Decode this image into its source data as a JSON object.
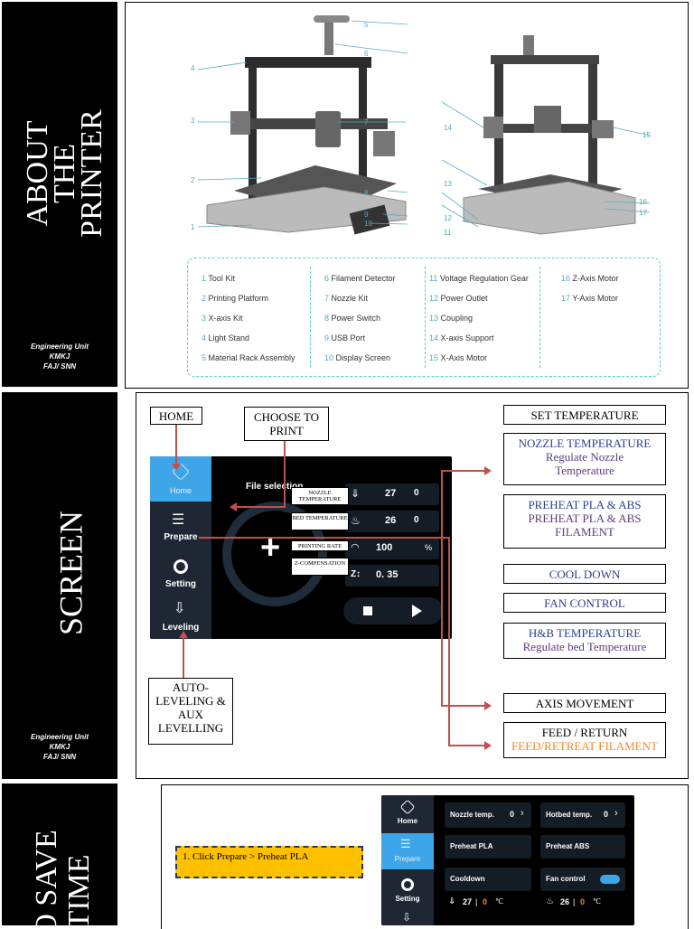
{
  "section1": {
    "title": "ABOUT THE PRINTER",
    "credit_line1": "Engineering Unit",
    "credit_line2": "KMKJ",
    "credit_line3": "FAJ/ SNN",
    "left_callouts": [
      "1",
      "2",
      "3",
      "4",
      "5",
      "6",
      "7",
      "8",
      "9",
      "10"
    ],
    "right_callouts": [
      "11",
      "12",
      "13",
      "14",
      "15",
      "16",
      "17"
    ],
    "legend": [
      [
        "1 Tool Kit",
        "2 Printing Platform",
        "3 X-axis Kit",
        "4 Light Stand",
        "5 Material Rack Assembly"
      ],
      [
        "6 Filament Detector",
        "7 Nozzle Kit",
        "8 Power Switch",
        "9 USB Port",
        "10 Display Screen"
      ],
      [
        "11 Voltage Regulation Gear",
        "12 Power Outlet",
        "13 Coupling",
        "14 X-axis Support",
        "15 X-Axis Motor"
      ],
      [
        "16 Z-Axis Motor",
        "17 Y-Axis Motor"
      ]
    ]
  },
  "section2": {
    "title": "SCREEN",
    "credit_line1": "Engineering Unit",
    "credit_line2": "KMKJ",
    "credit_line3": "FAJ/ SNN",
    "home_label": "HOME",
    "choose_label": "CHOOSE TO PRINT",
    "auto_label": "AUTO-LEVELING & AUX LEVELLING",
    "lcd": {
      "nav": [
        "Home",
        "Prepare",
        "Setting",
        "Leveling"
      ],
      "file_selection": "File selection",
      "nozzle_temp": "27",
      "nozzle_target": "0",
      "bed_temp": "26",
      "bed_target": "0",
      "rate": "100",
      "rate_unit": "%",
      "z_comp": "0. 35",
      "tag_nozzle": "NOZZLE TEMPERATURE",
      "tag_bed": "BED TEMPERATURE",
      "tag_rate": "PRINTING RATE",
      "tag_z": "Z-COMPENSATION"
    },
    "right": {
      "set_temp": "SET TEMPERATURE",
      "nozzle_title": "NOZZLE TEMPERATURE",
      "nozzle_sub": "Regulate Nozzle Temperature",
      "preheat_title": "PREHEAT PLA & ABS",
      "preheat_sub": "PREHEAT PLA & ABS FILAMENT",
      "cool_down": "COOL DOWN",
      "fan_control": "FAN CONTROL",
      "hb_title": "H&B TEMPERATURE",
      "hb_sub": "Regulate bed Temperature",
      "axis": "AXIS MOVEMENT",
      "feed_title": "FEED / RETURN",
      "feed_sub": "FEED/RETREAT FILAMENT"
    }
  },
  "section3": {
    "title_line1": "TO SAVE",
    "title_line2": "TIME",
    "step1": "1.    Click Prepare > Preheat PLA",
    "lcd": {
      "nav": [
        "Home",
        "Prepare",
        "Setting"
      ],
      "nozzle_temp": "Nozzle temp.",
      "nozzle_val": "0",
      "hotbed_temp": "Hotbed temp.",
      "hotbed_val": "0",
      "preheat_pla": "Preheat PLA",
      "preheat_abs": "Preheat ABS",
      "cooldown": "Cooldown",
      "fan_control": "Fan control",
      "n_cur": "27",
      "n_set": "0",
      "b_cur": "26",
      "b_set": "0",
      "unit": "℃"
    }
  },
  "colors": {
    "accent_blue": "#3da5e8",
    "legend_border": "#5ac8d8",
    "callout_line": "#5aa9c0",
    "red_line": "#c0504d",
    "step_yellow": "#ffc000"
  }
}
